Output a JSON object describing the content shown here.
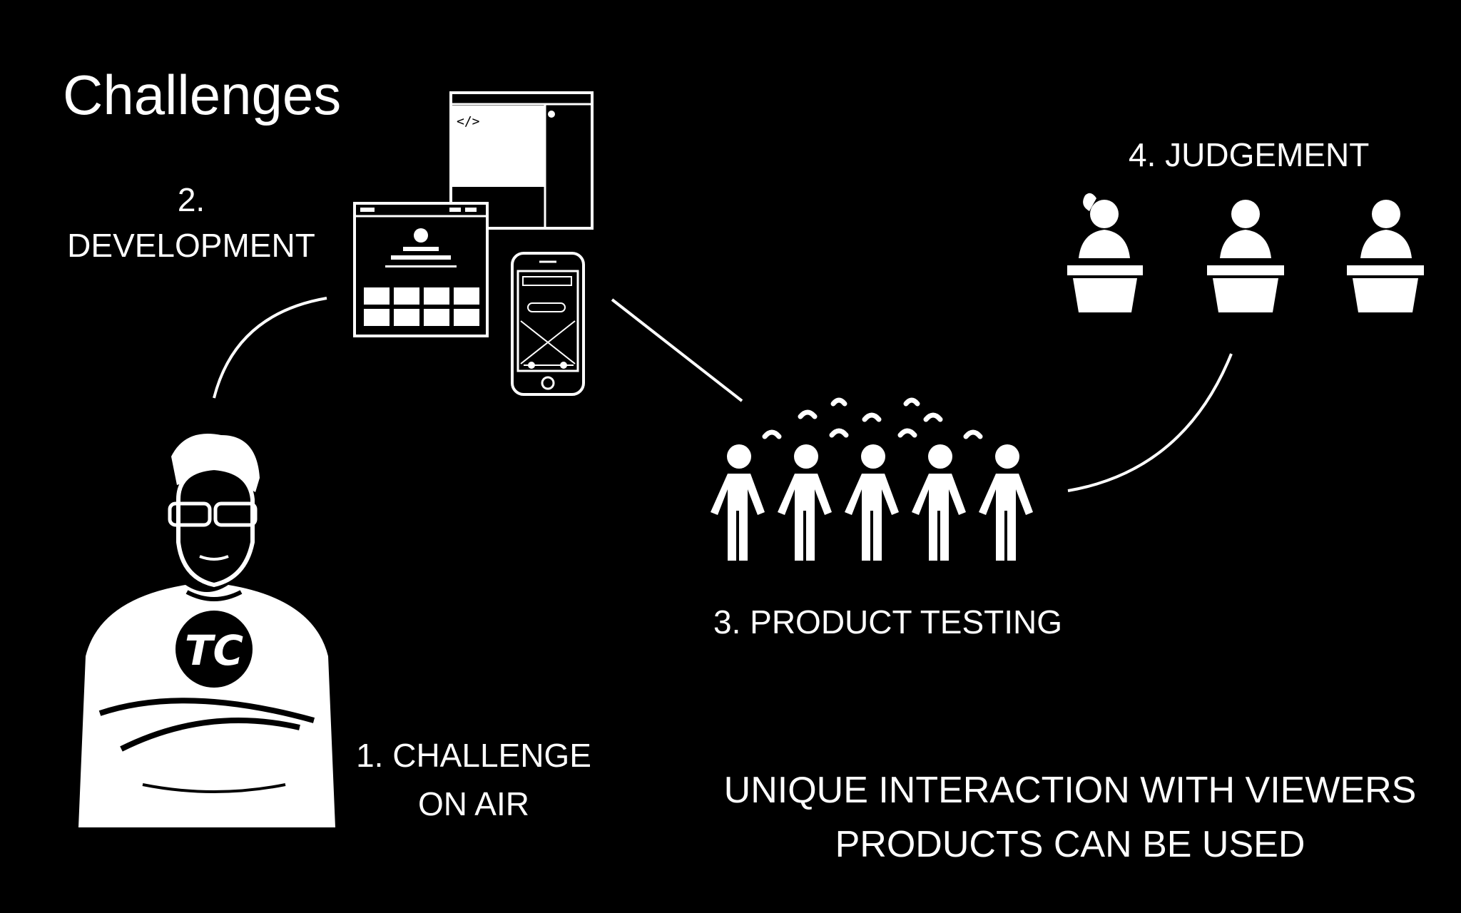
{
  "slide": {
    "title": "Challenges",
    "stages": [
      {
        "number": "2.",
        "label": "DEVELOPMENT"
      },
      {
        "number": "4.",
        "label": "4. JUDGEMENT"
      },
      {
        "number": "3.",
        "label": "3. PRODUCT TESTING"
      },
      {
        "number": "1.",
        "label_line1": "1. CHALLENGE",
        "label_line2": "ON AIR"
      }
    ],
    "mascot_badge": "TC",
    "code_tag": "</>",
    "tagline_line1": "UNIQUE INTERACTION WITH VIEWERS",
    "tagline_line2": "PRODUCTS CAN BE USED"
  },
  "colors": {
    "background": "#000000",
    "foreground": "#ffffff"
  }
}
